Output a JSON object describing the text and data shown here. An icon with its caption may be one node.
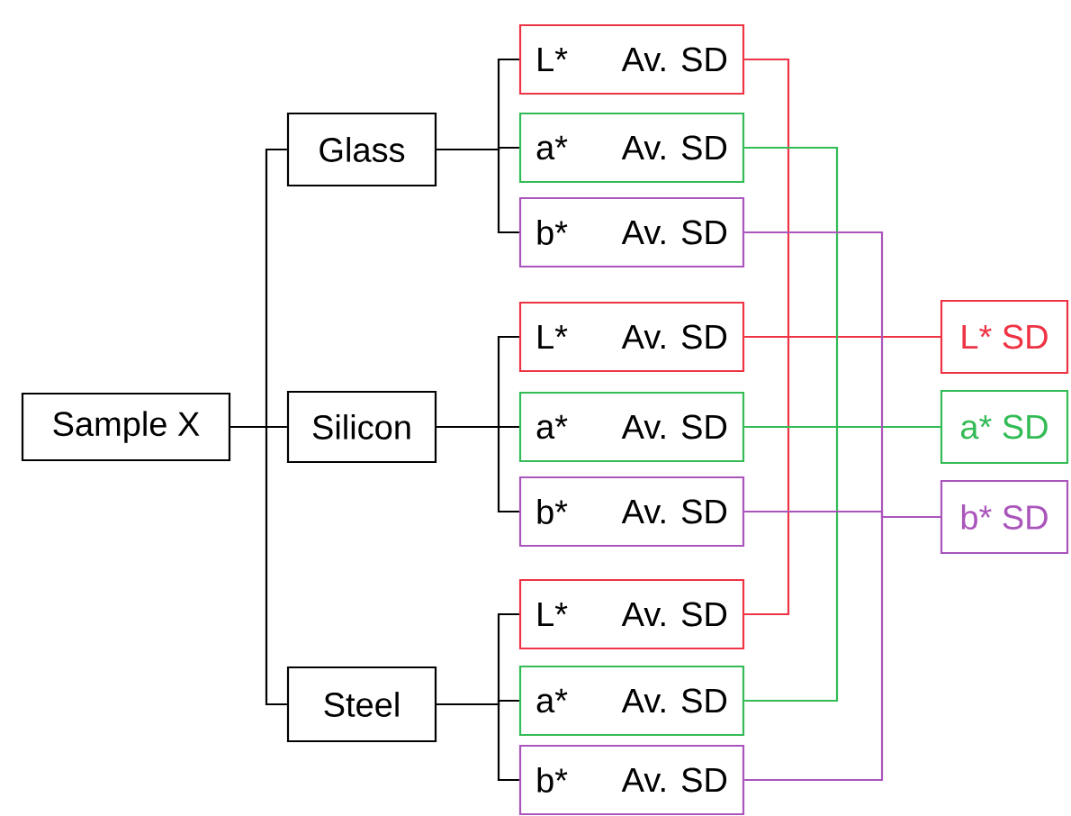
{
  "diagram": {
    "nodes": [
      {
        "text": [
          "Sample X"
        ]
      },
      {
        "text": [
          "Glass"
        ]
      },
      {
        "text": [
          "Silicon"
        ]
      },
      {
        "text": [
          "Steel"
        ]
      },
      {
        "text": [
          "L*",
          "Av. SD"
        ]
      },
      {
        "text": [
          "a*",
          "Av. SD"
        ]
      },
      {
        "text": [
          "b*",
          "Av. SD"
        ]
      },
      {
        "text": [
          "L*",
          "Av. SD"
        ]
      },
      {
        "text": [
          "a*",
          "Av. SD"
        ]
      },
      {
        "text": [
          "b*",
          "Av. SD"
        ]
      },
      {
        "text": [
          "L*",
          "Av. SD"
        ]
      },
      {
        "text": [
          "a*",
          "Av. SD"
        ]
      },
      {
        "text": [
          "b*",
          "Av. SD"
        ]
      },
      {
        "text": [
          "L* SD"
        ]
      },
      {
        "text": [
          "a* SD"
        ]
      },
      {
        "text": [
          "b* SD"
        ]
      }
    ],
    "edges": [
      {
        "from": 0,
        "to": 1,
        "arrow": "none"
      },
      {
        "from": 0,
        "to": 2,
        "arrow": "none"
      },
      {
        "from": 0,
        "to": 3,
        "arrow": "none"
      },
      {
        "from": 1,
        "to": 4,
        "arrow": "none"
      },
      {
        "from": 1,
        "to": 5,
        "arrow": "none"
      },
      {
        "from": 1,
        "to": 6,
        "arrow": "none"
      },
      {
        "from": 2,
        "to": 7,
        "arrow": "none"
      },
      {
        "from": 2,
        "to": 8,
        "arrow": "none"
      },
      {
        "from": 2,
        "to": 9,
        "arrow": "none"
      },
      {
        "from": 3,
        "to": 10,
        "arrow": "none"
      },
      {
        "from": 3,
        "to": 11,
        "arrow": "none"
      },
      {
        "from": 3,
        "to": 12,
        "arrow": "none"
      },
      {
        "from": 4,
        "to": 13,
        "arrow": "none",
        "color": "#ee3344"
      },
      {
        "from": 7,
        "to": 13,
        "arrow": "none",
        "color": "#ee3344"
      },
      {
        "from": 10,
        "to": 13,
        "arrow": "none",
        "color": "#ee3344"
      },
      {
        "from": 5,
        "to": 14,
        "arrow": "none",
        "color": "#33bb55"
      },
      {
        "from": 8,
        "to": 14,
        "arrow": "none",
        "color": "#33bb55"
      },
      {
        "from": 11,
        "to": 14,
        "arrow": "none",
        "color": "#33bb55"
      },
      {
        "from": 6,
        "to": 15,
        "arrow": "none",
        "color": "#aa55bb"
      },
      {
        "from": 9,
        "to": 15,
        "arrow": "none",
        "color": "#aa55bb"
      },
      {
        "from": 12,
        "to": 15,
        "arrow": "none",
        "color": "#aa55bb"
      }
    ]
  }
}
